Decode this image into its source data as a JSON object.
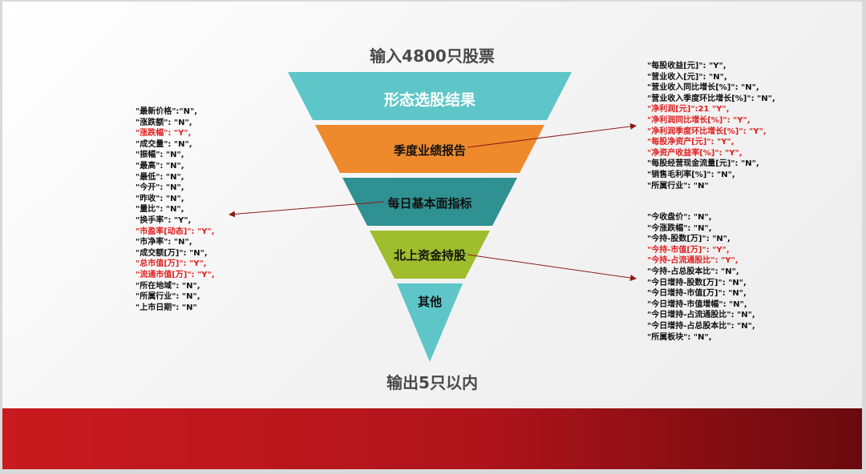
{
  "top_title": "输入4800只股票",
  "bottom_title": "输出5只以内",
  "layers": [
    {
      "label": "形态选股结果",
      "color": "#5ec6c8",
      "text_color": "#ffffff"
    },
    {
      "label": "季度业绩报告",
      "color": "#ef8a2c",
      "text_color": "#111111"
    },
    {
      "label": "每日基本面指标",
      "color": "#2f9191",
      "text_color": "#111111"
    },
    {
      "label": "北上资金持股",
      "color": "#9fbd2c",
      "text_color": "#111111"
    },
    {
      "label": "其他",
      "color": "#5ec6c8",
      "text_color": "#111111"
    }
  ],
  "arrow_color": "#8b1a1a",
  "highlight_color": "#e02020",
  "footer_band_color": "#b0141b",
  "daily_fields": [
    {
      "text": "\"最新价格\":\"N\",",
      "red": false
    },
    {
      "text": "\"涨跌额\": \"N\",",
      "red": false
    },
    {
      "text": "\"涨跌幅\": \"Y\",",
      "red": true
    },
    {
      "text": "\"成交量\": \"N\",",
      "red": false
    },
    {
      "text": "\"振幅\": \"N\",",
      "red": false
    },
    {
      "text": "\"最高\": \"N\",",
      "red": false
    },
    {
      "text": "\"最低\": \"N\",",
      "red": false
    },
    {
      "text": "\"今开\": \"N\",",
      "red": false
    },
    {
      "text": "\"昨收\": \"N\",",
      "red": false
    },
    {
      "text": "\"量比\": \"N\",",
      "red": false
    },
    {
      "text": "\"换手率\": \"Y\",",
      "red": false
    },
    {
      "text": "\"市盈率[动态]\": \"Y\",",
      "red": true
    },
    {
      "text": "\"市净率\": \"N\",",
      "red": false
    },
    {
      "text": "\"成交额[万]\": \"N\",",
      "red": false
    },
    {
      "text": "\"总市值[万]\": \"Y\",",
      "red": true
    },
    {
      "text": "\"流通市值[万]\": \"Y\",",
      "red": true
    },
    {
      "text": "\"所在地域\": \"N\",",
      "red": false
    },
    {
      "text": "\"所属行业\": \"N\",",
      "red": false
    },
    {
      "text": "\"上市日期\": \"N\"",
      "red": false
    }
  ],
  "quarterly_fields": [
    {
      "text": "\"每股收益[元]\": \"Y\",",
      "red": false
    },
    {
      "text": "\"营业收入[元]\": \"N\",",
      "red": false
    },
    {
      "text": "\"营业收入同比增长[%]\": \"N\",",
      "red": false
    },
    {
      "text": "\"营业收入季度环比增长[%]\": \"N\",",
      "red": false
    },
    {
      "text": "\"净利润[元]\":21    \"Y\",",
      "red": true
    },
    {
      "text": "\"净利润同比增长[%]\": \"Y\",",
      "red": true
    },
    {
      "text": "\"净利润季度环比增长[%]\": \"Y\",",
      "red": true
    },
    {
      "text": "\"每股净资产[元]\": \"Y\",",
      "red": true
    },
    {
      "text": "\"净资产收益率[%]\": \"Y\",",
      "red": true
    },
    {
      "text": "\"每股经营现金流量[元]\": \"N\",",
      "red": false
    },
    {
      "text": "\"销售毛利率[%]\": \"N\",",
      "red": false
    },
    {
      "text": "\"所属行业\": \"N\"",
      "red": false
    }
  ],
  "northbound_fields": [
    {
      "text": "\"今收盘价\": \"N\",",
      "red": false
    },
    {
      "text": "\"今涨跌幅\": \"N\",",
      "red": false
    },
    {
      "text": "\"今持-股数[万]\": \"N\",",
      "red": false
    },
    {
      "text": "\"今持-市值[万]\": \"Y\",",
      "red": true
    },
    {
      "text": "\"今持-占流通股比\": \"Y\",",
      "red": true
    },
    {
      "text": "\"今持-占总股本比\": \"N\",",
      "red": false
    },
    {
      "text": "\"今日增持-股数[万]\": \"N\",",
      "red": false
    },
    {
      "text": "\"今日增持-市值[万]\": \"N\",",
      "red": false
    },
    {
      "text": "\"今日增持-市值增幅\": \"N\",",
      "red": false
    },
    {
      "text": "\"今日增持-占流通股比\": \"N\",",
      "red": false
    },
    {
      "text": "\"今日增持-占总股本比\": \"N\",",
      "red": false
    },
    {
      "text": "\"所属板块\": \"N\",",
      "red": false
    }
  ]
}
